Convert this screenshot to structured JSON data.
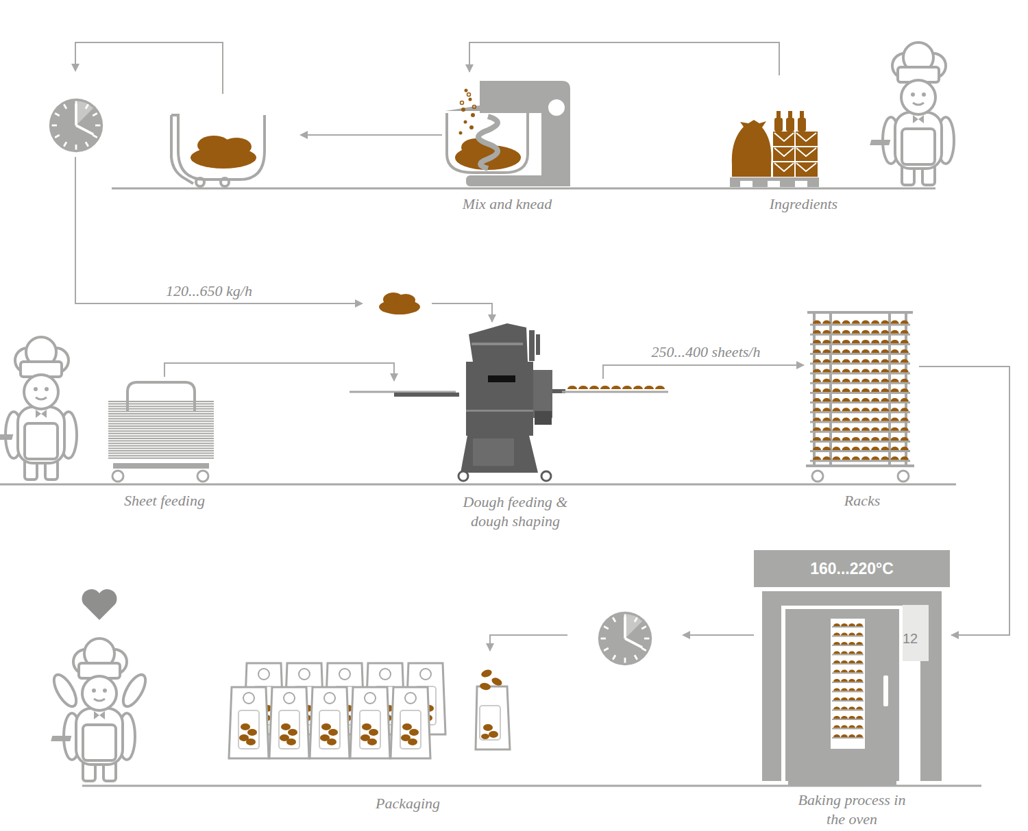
{
  "diagram": {
    "nodes": [
      {
        "text": [
          "Ingredients"
        ]
      },
      {
        "text": [
          "Mix and knead"
        ]
      },
      {
        "text": [
          "Sheet feeding"
        ]
      },
      {
        "text": [
          "Dough feeding & dough shaping"
        ]
      },
      {
        "text": [
          "Racks"
        ]
      },
      {
        "text": [
          "160...220°C",
          "Baking process in the oven"
        ]
      },
      {
        "text": [
          "12"
        ],
        "in": 5
      },
      {
        "text": [
          "Packaging"
        ]
      }
    ],
    "edges": [
      {
        "from": 0,
        "to": 1,
        "arrow": "to"
      },
      {
        "from": 1,
        "to": 3,
        "label": "120...650 kg/h",
        "arrow": "to"
      },
      {
        "from": 2,
        "to": 3,
        "arrow": "to"
      },
      {
        "from": 3,
        "to": 4,
        "label": "250...400 sheets/h",
        "arrow": "to"
      },
      {
        "from": 4,
        "to": 5,
        "arrow": "to"
      },
      {
        "from": 5,
        "to": 7,
        "arrow": "to"
      }
    ]
  }
}
